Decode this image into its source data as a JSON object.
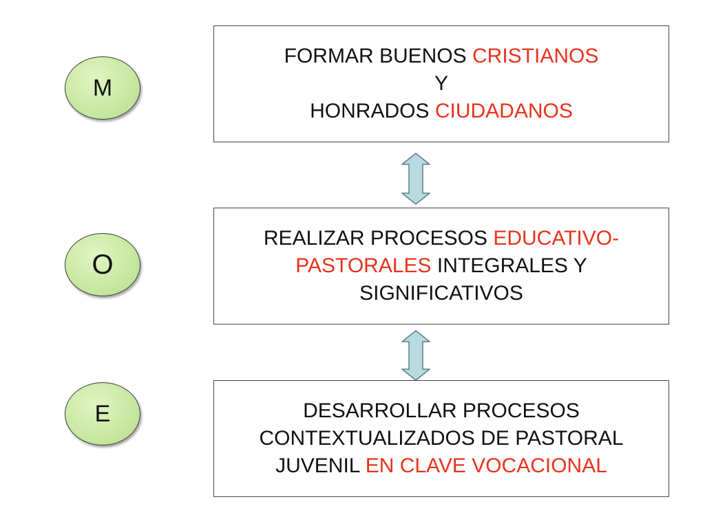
{
  "circles": {
    "m": "M",
    "o": "O",
    "e": "E"
  },
  "box1": {
    "line1_a": "FORMAR BUENOS ",
    "line1_b": "CRISTIANOS",
    "line2": "Y",
    "line3_a": "HONRADOS ",
    "line3_b": "CIUDADANOS"
  },
  "box2": {
    "line1_a": "REALIZAR PROCESOS ",
    "line1_b": "EDUCATIVO-",
    "line2_a": "PASTORALES",
    "line2_b": " INTEGRALES Y",
    "line3": "SIGNIFICATIVOS"
  },
  "box3": {
    "line1": "DESARROLLAR PROCESOS",
    "line2": "CONTEXTUALIZADOS DE PASTORAL",
    "line3_a": "JUVENIL ",
    "line3_b": "EN CLAVE VOCACIONAL"
  },
  "colors": {
    "accent": "#e8321c",
    "circle_fill": "#c7e8a0",
    "arrow_fill": "#b9dbe0"
  }
}
